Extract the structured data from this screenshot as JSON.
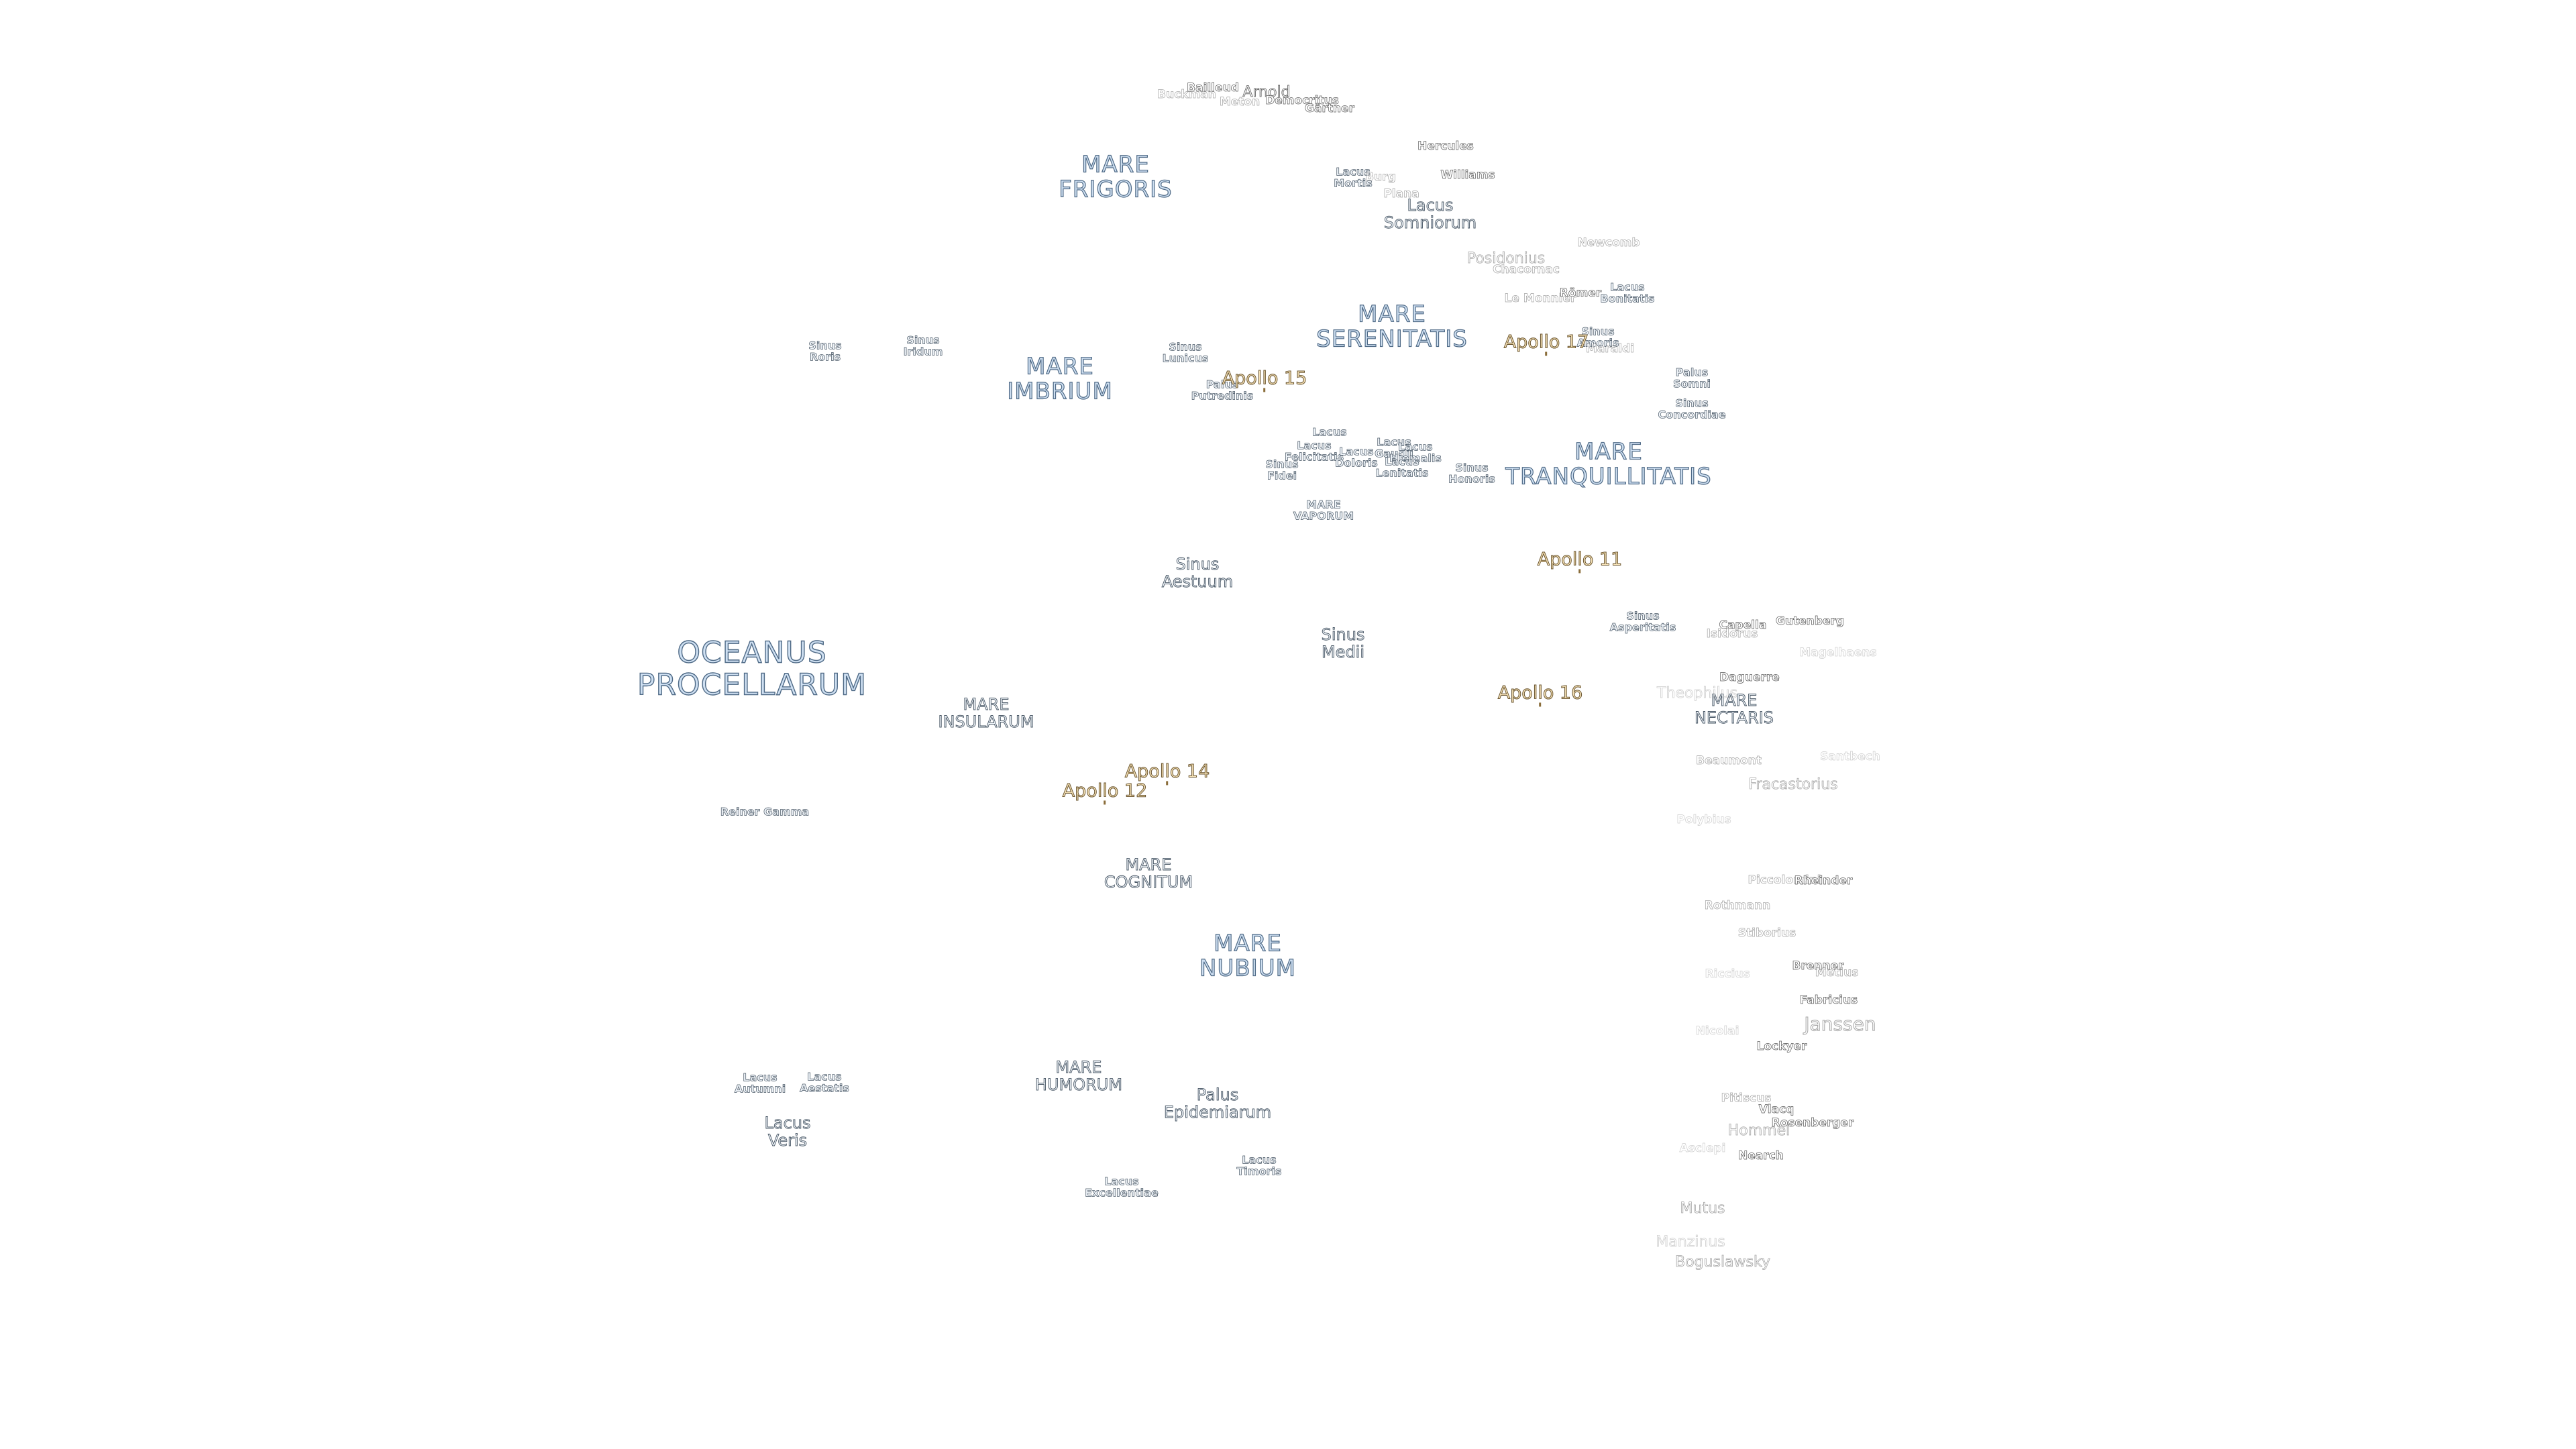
{
  "map": {
    "maria": [
      {
        "id": "frigoris",
        "lines": [
          "MARE",
          "FRIGORIS"
        ],
        "size": "mare"
      },
      {
        "id": "imbrium",
        "lines": [
          "MARE",
          "IMBRIUM"
        ],
        "size": "mare"
      },
      {
        "id": "serenitatis",
        "lines": [
          "MARE",
          "SERENITATIS"
        ],
        "size": "mare"
      },
      {
        "id": "tranquillitatis",
        "lines": [
          "MARE",
          "TRANQUILLITATIS"
        ],
        "size": "mare"
      },
      {
        "id": "procellarum",
        "lines": [
          "OCEANUS",
          "PROCELLARUM"
        ],
        "size": "ocean"
      },
      {
        "id": "insularum",
        "lines": [
          "MARE",
          "INSULARUM"
        ],
        "size": "mid"
      },
      {
        "id": "cognitum",
        "lines": [
          "MARE",
          "COGNITUM"
        ],
        "size": "mid"
      },
      {
        "id": "nubium",
        "lines": [
          "MARE",
          "NUBIUM"
        ],
        "size": "mare"
      },
      {
        "id": "humorum",
        "lines": [
          "MARE",
          "HUMORUM"
        ],
        "size": "mid"
      },
      {
        "id": "vaporum",
        "lines": [
          "MARE",
          "VAPORUM"
        ],
        "size": "sm"
      },
      {
        "id": "nectaris",
        "lines": [
          "MARE",
          "NECTARIS"
        ],
        "size": "mid"
      }
    ],
    "small_features": [
      {
        "id": "sinus-roris",
        "lines": [
          "Sinus",
          "Roris"
        ]
      },
      {
        "id": "sinus-iridum",
        "lines": [
          "Sinus",
          "Iridum"
        ]
      },
      {
        "id": "sinus-lunicus",
        "lines": [
          "Sinus",
          "Lunicus"
        ]
      },
      {
        "id": "palus-putredinis",
        "lines": [
          "Palus",
          "Putredinis"
        ]
      },
      {
        "id": "lacus-mortis",
        "lines": [
          "Lacus",
          "Mortis"
        ]
      },
      {
        "id": "lacus-somniorum",
        "lines": [
          "Lacus",
          "Somniorum"
        ],
        "size": "mid"
      },
      {
        "id": "lacus-bonitatis",
        "lines": [
          "Lacus",
          "Bonitatis"
        ]
      },
      {
        "id": "sinus-amoris",
        "lines": [
          "Sinus",
          "Amoris"
        ]
      },
      {
        "id": "palus-somni",
        "lines": [
          "Palus",
          "Somni"
        ]
      },
      {
        "id": "sinus-concordiae",
        "lines": [
          "Sinus",
          "Concordiae"
        ]
      },
      {
        "id": "lacus-doloris-top",
        "lines": [
          "Lacus"
        ]
      },
      {
        "id": "lacus-felicitatis",
        "lines": [
          "Lacus",
          "Felicitatis"
        ]
      },
      {
        "id": "lacus-doloris",
        "lines": [
          "Lacus",
          "Doloris"
        ]
      },
      {
        "id": "lacus-gaudii",
        "lines": [
          "Lacus",
          "Gaudii"
        ]
      },
      {
        "id": "lacus-hiemalis",
        "lines": [
          "Lacus",
          "Hiemalis"
        ]
      },
      {
        "id": "lacus-lenitatis",
        "lines": [
          "Lacus",
          "Lenitatis"
        ]
      },
      {
        "id": "sinus-fidei",
        "lines": [
          "Sinus",
          "Fidei"
        ]
      },
      {
        "id": "sinus-honoris",
        "lines": [
          "Sinus",
          "Honoris"
        ]
      },
      {
        "id": "sinus-aestuum",
        "lines": [
          "Sinus",
          "Aestuum"
        ],
        "size": "mid"
      },
      {
        "id": "sinus-medii",
        "lines": [
          "Sinus",
          "Medii"
        ],
        "size": "mid"
      },
      {
        "id": "sinus-asperitatis",
        "lines": [
          "Sinus",
          "Asperitatis"
        ]
      },
      {
        "id": "reiner-gamma",
        "lines": [
          "Reiner Gamma"
        ]
      },
      {
        "id": "lacus-autumni",
        "lines": [
          "Lacus",
          "Autumni"
        ]
      },
      {
        "id": "lacus-aestatis",
        "lines": [
          "Lacus",
          "Aestatis"
        ]
      },
      {
        "id": "lacus-veris",
        "lines": [
          "Lacus",
          "Veris"
        ],
        "size": "mid"
      },
      {
        "id": "palus-epidemiarum",
        "lines": [
          "Palus",
          "Epidemiarum"
        ],
        "size": "mid"
      },
      {
        "id": "lacus-timoris",
        "lines": [
          "Lacus",
          "Timoris"
        ]
      },
      {
        "id": "lacus-excellentiae",
        "lines": [
          "Lacus",
          "Excellentiae"
        ]
      }
    ],
    "craters": [
      {
        "id": "bailleud",
        "name": "Bailleud"
      },
      {
        "id": "buckman",
        "name": "Buckman",
        "fade": "faint"
      },
      {
        "id": "arnold",
        "name": "Arnold",
        "size": "med"
      },
      {
        "id": "meton",
        "name": "Meton",
        "fade": "faint"
      },
      {
        "id": "democritus",
        "name": "Democritus"
      },
      {
        "id": "gartner",
        "name": "Gärtner"
      },
      {
        "id": "hercules",
        "name": "Hercules"
      },
      {
        "id": "williams",
        "name": "Williams"
      },
      {
        "id": "burg",
        "name": "Burg",
        "fade": "faint"
      },
      {
        "id": "plana",
        "name": "Plana",
        "fade": "faint"
      },
      {
        "id": "posidonius",
        "name": "Posidonius",
        "size": "med",
        "fade": "faint"
      },
      {
        "id": "chacornac",
        "name": "Chacornac",
        "fade": "faint"
      },
      {
        "id": "newcomb",
        "name": "Newcomb",
        "fade": "faint"
      },
      {
        "id": "le-monnier",
        "name": "Le Monnier",
        "fade": "faint"
      },
      {
        "id": "romer",
        "name": "Römer"
      },
      {
        "id": "maraldi",
        "name": "Maraldi",
        "fade": "faint"
      },
      {
        "id": "capella",
        "name": "Capella"
      },
      {
        "id": "isidorus",
        "name": "Isidorus",
        "fade": "faint"
      },
      {
        "id": "gutenberg",
        "name": "Gutenberg"
      },
      {
        "id": "magelhaens",
        "name": "Magelhaens",
        "fade": "fainter"
      },
      {
        "id": "daguerre",
        "name": "Daguerre"
      },
      {
        "id": "theophilus",
        "name": "Theophilus",
        "size": "med",
        "fade": "fainter"
      },
      {
        "id": "santbech",
        "name": "Santbech",
        "fade": "fainter"
      },
      {
        "id": "beaumont",
        "name": "Beaumont",
        "fade": "faint"
      },
      {
        "id": "fracastorius",
        "name": "Fracastorius",
        "size": "med",
        "fade": "faint"
      },
      {
        "id": "polybius",
        "name": "Polybius",
        "fade": "fainter"
      },
      {
        "id": "piccolomini",
        "name": "Piccolomini",
        "fade": "faint"
      },
      {
        "id": "rheinder",
        "name": "Rheinder"
      },
      {
        "id": "rothmann",
        "name": "Rothmann",
        "fade": "faint"
      },
      {
        "id": "stiborius",
        "name": "Stiborius",
        "fade": "faint"
      },
      {
        "id": "riccius",
        "name": "Riccius",
        "fade": "fainter"
      },
      {
        "id": "brenner",
        "name": "Brenner"
      },
      {
        "id": "metius",
        "name": "Metius",
        "fade": "faint"
      },
      {
        "id": "fabricius",
        "name": "Fabricius"
      },
      {
        "id": "janssen",
        "name": "Janssen",
        "size": "big",
        "fade": "faint"
      },
      {
        "id": "nicolai",
        "name": "Nicolai",
        "fade": "fainter"
      },
      {
        "id": "lockyer",
        "name": "Lockyer"
      },
      {
        "id": "pitiscus",
        "name": "Pitiscus",
        "fade": "faint"
      },
      {
        "id": "vlacq",
        "name": "Vlacq"
      },
      {
        "id": "rosenberger",
        "name": "Rosenberger"
      },
      {
        "id": "hommel",
        "name": "Hommel",
        "size": "med",
        "fade": "faint"
      },
      {
        "id": "asclepi",
        "name": "Asclepi",
        "fade": "fainter"
      },
      {
        "id": "nearch",
        "name": "Nearch"
      },
      {
        "id": "mutus",
        "name": "Mutus",
        "size": "med",
        "fade": "faint"
      },
      {
        "id": "manzinus",
        "name": "Manzinus",
        "size": "med",
        "fade": "fainter"
      },
      {
        "id": "boguslawsky",
        "name": "Boguslawsky",
        "size": "med",
        "fade": "faint"
      }
    ],
    "landing_sites": [
      {
        "id": "apollo-15",
        "name": "Apollo 15"
      },
      {
        "id": "apollo-17",
        "name": "Apollo 17"
      },
      {
        "id": "apollo-11",
        "name": "Apollo 11"
      },
      {
        "id": "apollo-16",
        "name": "Apollo 16"
      },
      {
        "id": "apollo-14",
        "name": "Apollo 14"
      },
      {
        "id": "apollo-12",
        "name": "Apollo 12"
      }
    ]
  }
}
